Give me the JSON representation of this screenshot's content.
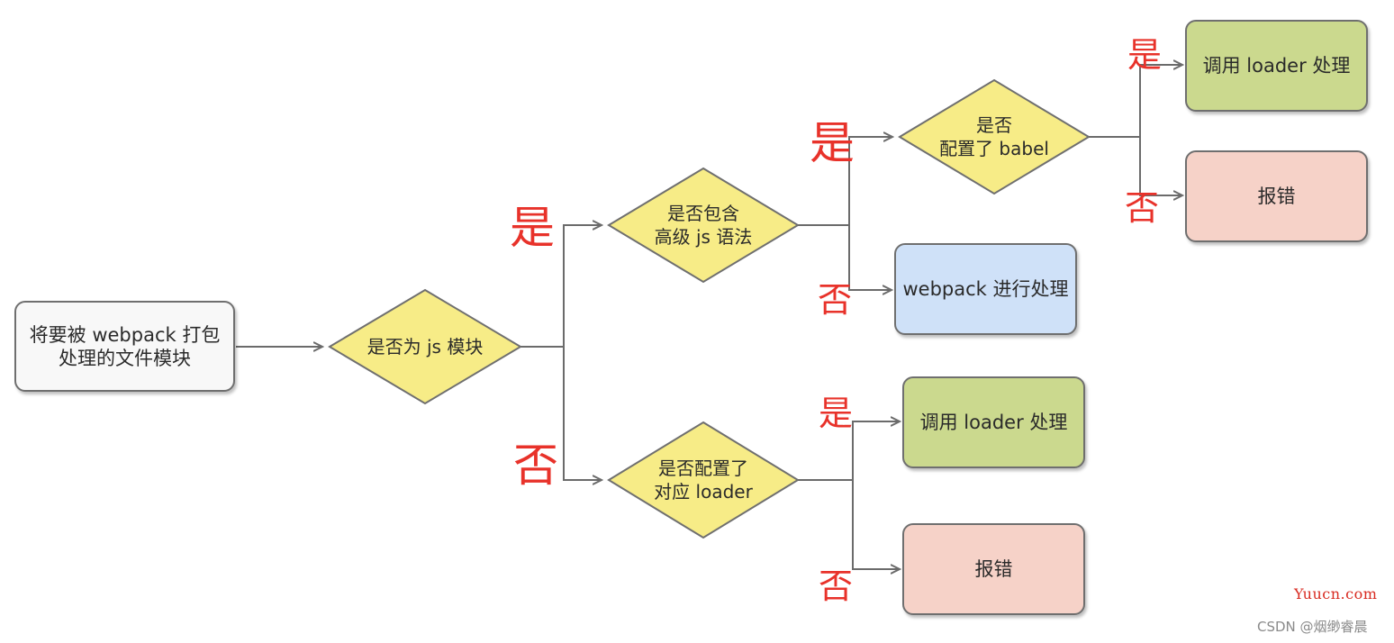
{
  "nodes": {
    "start": "将要被 webpack 打包\n处理的文件模块",
    "is_js": "是否为 js 模块",
    "advanced_js": "是否包含\n高级 js 语法",
    "loader_configured": "是否配置了\n对应 loader",
    "babel_configured": "是否\n配置了 babel",
    "call_loader_top": "调用 loader 处理",
    "error_top": "报错",
    "webpack_process": "webpack 进行处理",
    "call_loader_bottom": "调用 loader 处理",
    "error_bottom": "报错"
  },
  "labels": {
    "yes": "是",
    "no": "否"
  },
  "watermark": {
    "site": "Yuucn.com",
    "credit": "CSDN @烟缈睿晨"
  },
  "colors": {
    "diamond_fill": "#f7ec87",
    "diamond_stroke": "#6f6f6f",
    "start_fill": "#f8f8f8",
    "green_fill": "#cbd98e",
    "red_fill": "#f6d2c8",
    "blue_fill": "#cfe1f8",
    "label_red": "#e8322a",
    "edge": "#6b6b6b"
  }
}
